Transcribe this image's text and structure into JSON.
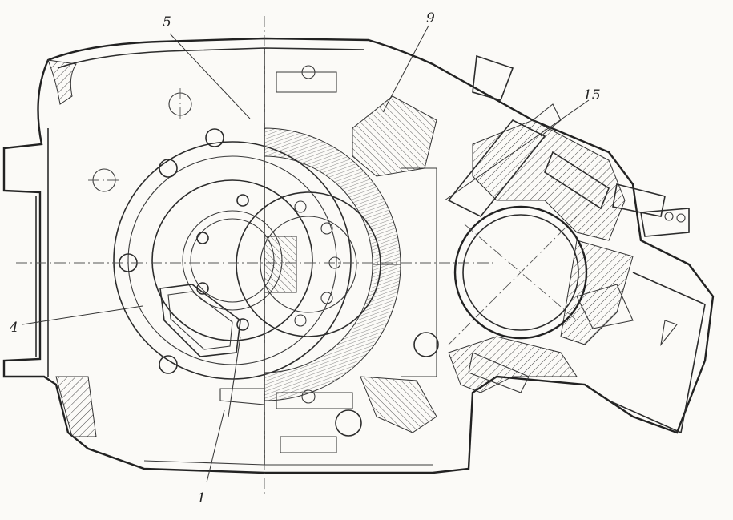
{
  "callouts": [
    {
      "id": "c5",
      "text": "5"
    },
    {
      "id": "c9",
      "text": "9"
    },
    {
      "id": "c15",
      "text": "15"
    },
    {
      "id": "c4",
      "text": "4"
    },
    {
      "id": "c1",
      "text": "1"
    }
  ]
}
